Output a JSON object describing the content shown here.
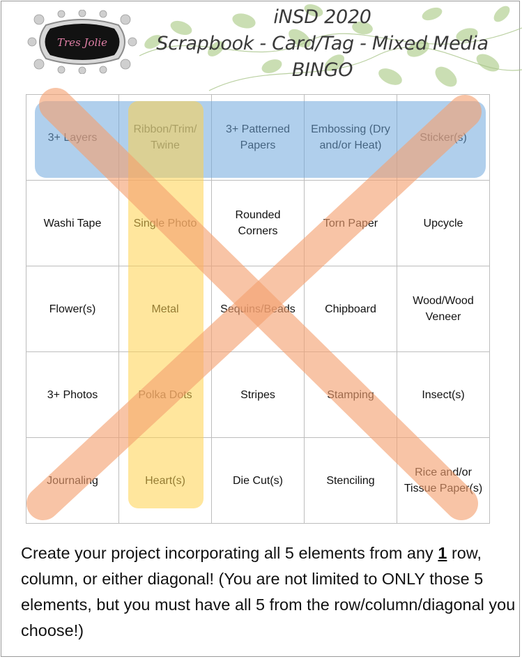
{
  "logo": {
    "text": "Tres Jolie"
  },
  "header": {
    "line1": "iNSD 2020",
    "line2": "Scrapbook - Card/Tag - Mixed Media",
    "line3": "BINGO"
  },
  "grid": {
    "rows": [
      [
        "3+ Layers",
        "Ribbon/Trim/ Twine",
        "3+ Patterned Papers",
        "Embossing (Dry and/or Heat)",
        "Sticker(s)"
      ],
      [
        "Washi Tape",
        "Single Photo",
        "Rounded Corners",
        "Torn Paper",
        "Upcycle"
      ],
      [
        "Flower(s)",
        "Metal",
        "Sequins/Beads",
        "Chipboard",
        "Wood/Wood Veneer"
      ],
      [
        "3+ Photos",
        "Polka Dots",
        "Stripes",
        "Stamping",
        "Insect(s)"
      ],
      [
        "Journaling",
        "Heart(s)",
        "Die Cut(s)",
        "Stenciling",
        "Rice and/or Tissue Paper(s)"
      ]
    ]
  },
  "highlights": {
    "row_color": "#6fa8dc",
    "column_color": "#ffd24d",
    "diagonal_color": "#f4a070"
  },
  "instructions": {
    "part1": "Create your project incorporating all 5 elements from any ",
    "number": "1",
    "part2": " row, column, or either diagonal! (You are not limited to ONLY those 5 elements, but you must have all 5 from the row/column/diagonal you choose!)"
  }
}
